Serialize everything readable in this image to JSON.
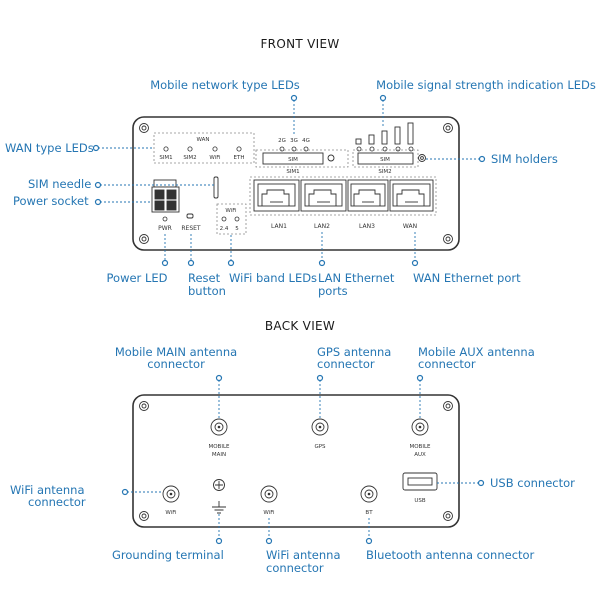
{
  "front_view": {
    "title": "FRONT VIEW",
    "device_labels": {
      "wan": "WAN",
      "sim1": "SIM1",
      "sim2": "SIM2",
      "wifi": "WiFi",
      "eth": "ETH",
      "g2": "2G",
      "g3": "3G",
      "g4": "4G",
      "sim_tray_1": "SIM",
      "sim_tray_2": "SIM",
      "sim1_slot": "SIM1",
      "sim2_slot": "SIM2",
      "wifi_box": "WiFi",
      "band_24": "2.4",
      "band_5": "5",
      "pwr": "PWR",
      "reset": "RESET",
      "lan1": "LAN1",
      "lan2": "LAN2",
      "lan3": "LAN3",
      "wan_port": "WAN"
    },
    "callouts": {
      "mobile_network_type_leds": "Mobile network type LEDs",
      "mobile_signal_strength_leds": "Mobile signal strength indication LEDs",
      "wan_type_leds": "WAN type LEDs",
      "sim_holders": "SIM holders",
      "sim_needle": "SIM needle",
      "power_socket": "Power socket",
      "power_led": "Power LED",
      "reset_line1": "Reset",
      "reset_line2": "button",
      "wifi_band_leds": "WiFi band LEDs",
      "lan_line1": "LAN Ethernet",
      "lan_line2": "ports",
      "wan_ethernet_port": "WAN Ethernet port"
    }
  },
  "back_view": {
    "title": "BACK VIEW",
    "device_labels": {
      "mobile_main_1": "MOBILE",
      "mobile_main_2": "MAIN",
      "gps": "GPS",
      "mobile_aux_1": "MOBILE",
      "mobile_aux_2": "AUX",
      "usb": "USB",
      "wifi_left": "WiFi",
      "wifi_mid": "WiFi",
      "bt": "BT"
    },
    "callouts": {
      "mobile_main_line1": "Mobile MAIN antenna",
      "mobile_main_line2": "connector",
      "gps_line1": "GPS antenna",
      "gps_line2": "connector",
      "mobile_aux_line1": "Mobile AUX antenna",
      "mobile_aux_line2": "connector",
      "wifi_left_line1": "WiFi antenna",
      "wifi_left_line2": "connector",
      "usb_connector": "USB connector",
      "grounding_terminal": "Grounding terminal",
      "wifi_mid_line1": "WiFi antenna",
      "wifi_mid_line2": "connector",
      "bluetooth_connector": "Bluetooth antenna connector"
    }
  },
  "colors": {
    "callout": "#2576b3",
    "outline": "#333333",
    "title": "#1a1a1a"
  }
}
